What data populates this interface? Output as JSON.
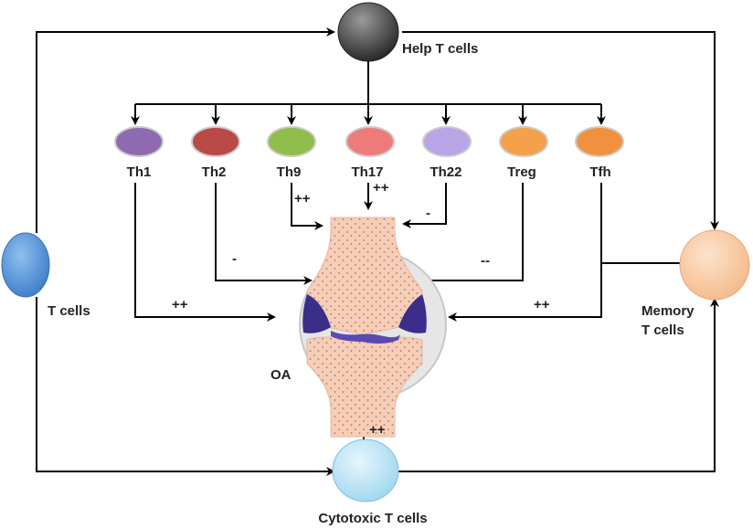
{
  "nodes": {
    "help_t": {
      "label": "Help T cells",
      "color": "#555555"
    },
    "t_cells": {
      "label": "T cells",
      "color": "#5b9bd5"
    },
    "memory": {
      "label_line1": "Memory",
      "label_line2": "T cells",
      "color": "#f8c9a0"
    },
    "cytotoxic": {
      "label": "Cytotoxic T cells",
      "color": "#bfe4f5"
    },
    "oa": {
      "label": "OA"
    }
  },
  "subsets": [
    {
      "label": "Th1",
      "color": "#8e6bb0"
    },
    {
      "label": "Th2",
      "color": "#b94a48"
    },
    {
      "label": "Th9",
      "color": "#8fbf4a"
    },
    {
      "label": "Th17",
      "color": "#ee7b7b"
    },
    {
      "label": "Th22",
      "color": "#b9a4e8"
    },
    {
      "label": "Treg",
      "color": "#f5a04a"
    },
    {
      "label": "Tfh",
      "color": "#f19140"
    }
  ],
  "effects": {
    "th1": "++",
    "th2": "-",
    "th9": "++",
    "th17": "++",
    "th22": "-",
    "treg": "--",
    "tfh": "++",
    "cytotoxic": "++"
  }
}
